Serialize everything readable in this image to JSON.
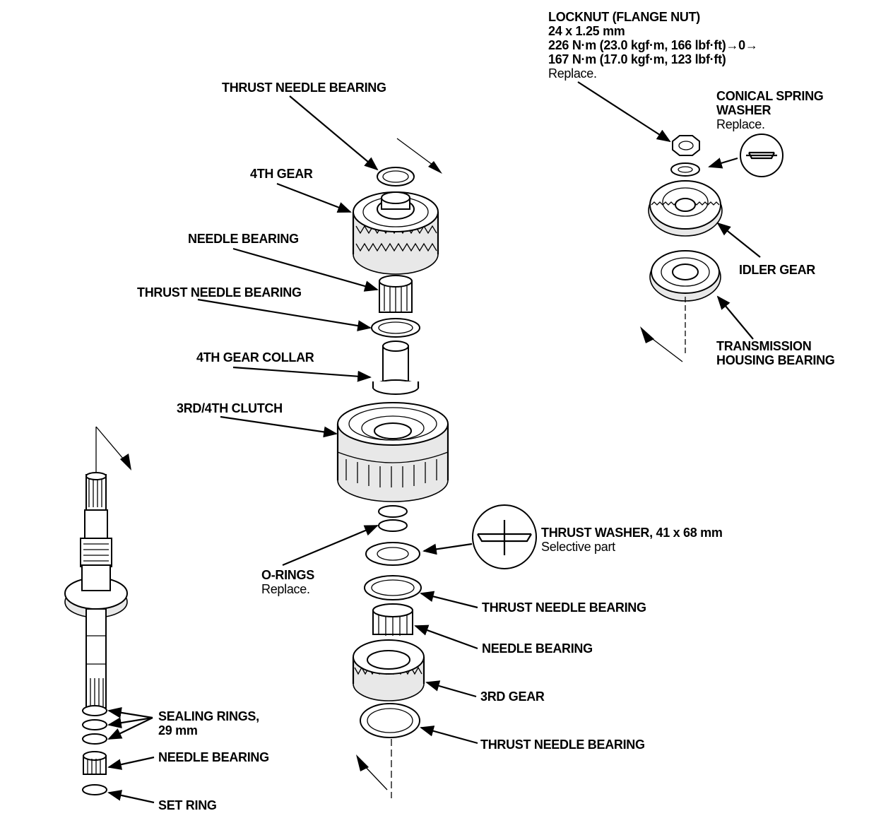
{
  "labels": {
    "locknut": {
      "l1": "LOCKNUT (FLANGE NUT)",
      "l2": "24 x 1.25 mm",
      "l3": "226 N·m (23.0 kgf·m, 166 lbf·ft)→0→",
      "l4": "167 N·m (17.0 kgf·m, 123 lbf·ft)",
      "l5": "Replace."
    },
    "conical_spring_washer": {
      "l1": "CONICAL SPRING",
      "l2": "WASHER",
      "l3": "Replace."
    },
    "idler_gear": "IDLER GEAR",
    "transmission_housing_bearing": {
      "l1": "TRANSMISSION",
      "l2": "HOUSING BEARING"
    },
    "thrust_needle_bearing_top": "THRUST NEEDLE BEARING",
    "gear_4th": "4TH GEAR",
    "needle_bearing_upper": "NEEDLE BEARING",
    "thrust_needle_bearing_2": "THRUST NEEDLE BEARING",
    "gear_collar_4th": "4TH GEAR COLLAR",
    "clutch_3rd_4th": "3RD/4TH CLUTCH",
    "thrust_washer": {
      "l1": "THRUST WASHER, 41 x 68 mm",
      "l2": "Selective part"
    },
    "o_rings": {
      "l1": "O-RINGS",
      "l2": "Replace."
    },
    "thrust_needle_bearing_3": "THRUST NEEDLE BEARING",
    "needle_bearing_middle": "NEEDLE BEARING",
    "gear_3rd": "3RD GEAR",
    "thrust_needle_bearing_bottom": "THRUST NEEDLE BEARING",
    "sealing_rings": {
      "l1": "SEALING RINGS,",
      "l2": "29 mm"
    },
    "needle_bearing_lower": "NEEDLE BEARING",
    "set_ring": "SET RING"
  }
}
